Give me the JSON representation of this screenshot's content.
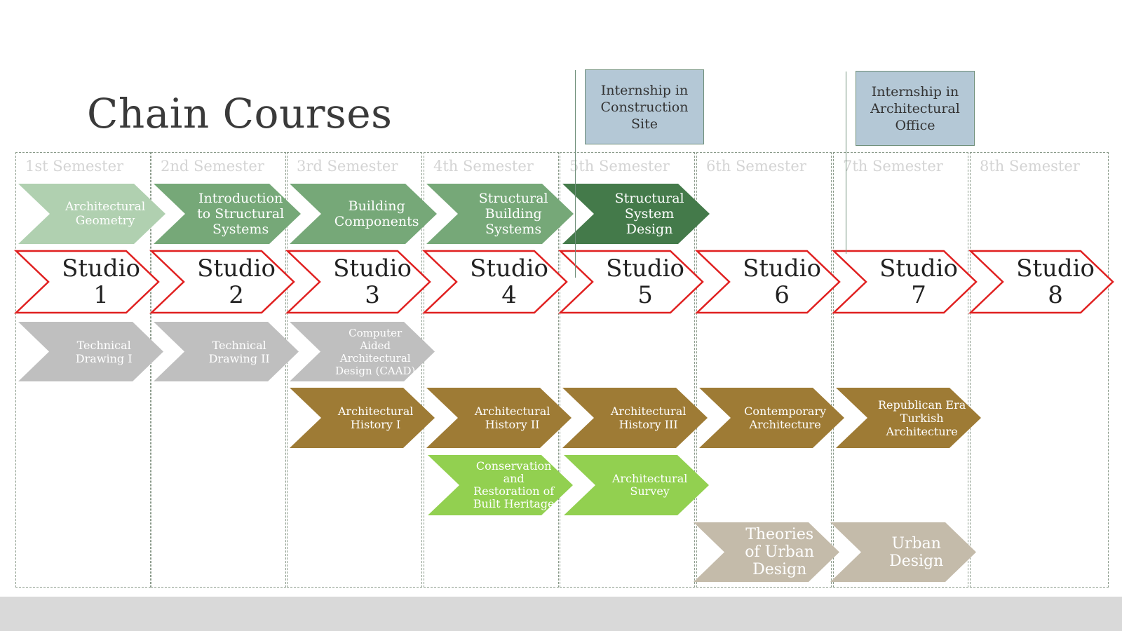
{
  "title": "Chain Courses",
  "semesters": [
    "1st Semester",
    "2nd Semester",
    "3rd Semester",
    "4th Semester",
    "5th Semester",
    "6th Semester",
    "7th Semester",
    "8th Semester"
  ],
  "internships": [
    {
      "label": "Internship  in\nConstruction\nSite"
    },
    {
      "label": "Internship  in\nArchitectural\nOffice"
    }
  ],
  "studios": [
    "Studio\n1",
    "Studio\n2",
    "Studio\n3",
    "Studio\n4",
    "Studio\n5",
    "Studio\n6",
    "Studio\n7",
    "Studio\n8"
  ],
  "rows": {
    "structural": [
      "Architectural\nGeometry",
      "Introduction\nto Structural\nSystems",
      "Building\nComponents",
      "Structural\nBuilding\nSystems",
      "Structural\nSystem\nDesign"
    ],
    "drawing": [
      "Technical\nDrawing I",
      "Technical\nDrawing II",
      "Computer\nAided\nArchitectural\nDesign (CAAD)"
    ],
    "history": [
      "Architectural\nHistory I",
      "Architectural\nHistory II",
      "Architectural\nHistory III",
      "Contemporary\nArchitecture",
      "Republican  Era\nTurkish\nArchitecture"
    ],
    "conservation": [
      "Conservation\nand\nRestoration of\nBuilt Heritage",
      "Architectural\nSurvey"
    ],
    "urban": [
      "Theories\nof Urban\nDesign",
      "Urban\nDesign"
    ]
  },
  "colors": {
    "geometry": "#b0d0b0",
    "structural": "#76a878",
    "structural_dark": "#447a4a",
    "studio_stroke": "#e02020",
    "drawing": "#bfbfbf",
    "history": "#9e7b35",
    "conservation": "#92d050",
    "urban": "#c4bbaa",
    "internship": "#b4c8d6"
  }
}
